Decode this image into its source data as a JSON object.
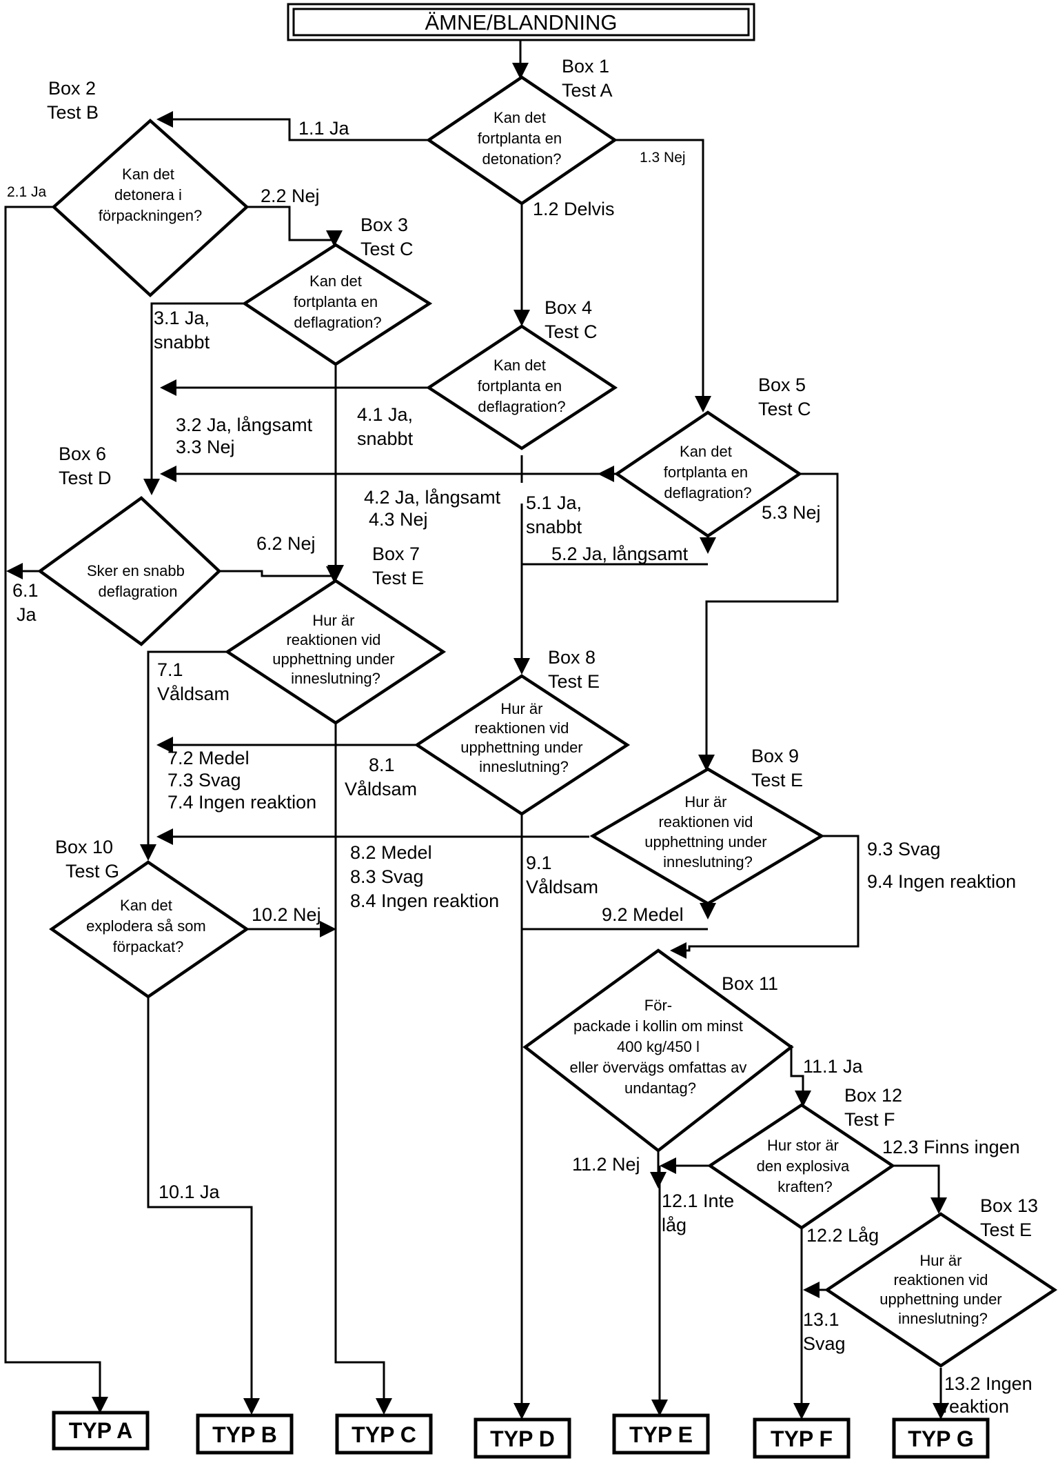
{
  "title": "ÄMNE/BLANDNING",
  "boxes": {
    "b1": {
      "label": "Box  1",
      "test": "Test A",
      "q": [
        "Kan det",
        "fortplanta en",
        "detonation?"
      ]
    },
    "b2": {
      "label": "Box 2",
      "test": "Test B",
      "q": [
        "Kan det",
        "detonera i",
        "förpackningen?"
      ]
    },
    "b3": {
      "label": "Box  3",
      "test": "Test C",
      "q": [
        "Kan det",
        "fortplanta en",
        "deflagration?"
      ]
    },
    "b4": {
      "label": "Box  4",
      "test": "Test C",
      "q": [
        "Kan det",
        "fortplanta en",
        "deflagration?"
      ]
    },
    "b5": {
      "label": "Box  5",
      "test": "Test C",
      "q": [
        "Kan det",
        "fortplanta en",
        "deflagration?"
      ]
    },
    "b6": {
      "label": "Box  6",
      "test": "Test D",
      "q": [
        "Sker en snabb",
        "deflagration"
      ]
    },
    "b7": {
      "label": "Box  7",
      "test": "Test E",
      "q": [
        "Hur är",
        "reaktionen vid",
        "upphettning under",
        "inneslutning?"
      ]
    },
    "b8": {
      "label": "Box  8",
      "test": "Test E",
      "q": [
        "Hur är",
        "reaktionen vid",
        "upphettning under",
        "inneslutning?"
      ]
    },
    "b9": {
      "label": "Box  9",
      "test": "Test E",
      "q": [
        "Hur är",
        "reaktionen vid",
        "upphettning under",
        "inneslutning?"
      ]
    },
    "b10": {
      "label": "Box  10",
      "test": "Test G",
      "q": [
        "Kan det",
        "explodera så som",
        "förpackat?"
      ]
    },
    "b11": {
      "label": "Box  11",
      "test": "",
      "q": [
        "För-",
        "packade i kollin om minst",
        "400 kg/450 l",
        "eller övervägs omfattas av",
        "undantag?"
      ]
    },
    "b12": {
      "label": "Box  12",
      "test": "Test F",
      "q": [
        "Hur stor är",
        "den explosiva",
        "kraften?"
      ]
    },
    "b13": {
      "label": "Box  13",
      "test": "Test E",
      "q": [
        "Hur är",
        "reaktionen vid",
        "upphettning under",
        "inneslutning?"
      ]
    }
  },
  "edges": {
    "e1_1": "1.1 Ja",
    "e1_2": "1.2 Delvis",
    "e1_3": "1.3 Nej",
    "e2_1": "2.1 Ja",
    "e2_2": "2.2 Nej",
    "e3_1": [
      "3.1 Ja,",
      "snabbt"
    ],
    "e3_2": [
      "3.2 Ja, långsamt",
      "3.3 Nej"
    ],
    "e4_1": [
      "4.1 Ja,",
      "snabbt"
    ],
    "e4_2": [
      "4.2 Ja, långsamt",
      "4.3 Nej"
    ],
    "e5_1": [
      "5.1 Ja,",
      "snabbt"
    ],
    "e5_2": "5.2 Ja, långsamt",
    "e5_3": "5.3 Nej",
    "e6_1": [
      "6.1",
      "Ja"
    ],
    "e6_2": "6.2 Nej",
    "e7_1": [
      "7.1",
      "Våldsam"
    ],
    "e7_2": [
      "7.2 Medel",
      "7.3 Svag",
      "7.4 Ingen reaktion"
    ],
    "e8_1": [
      "8.1",
      "Våldsam"
    ],
    "e8_2": [
      "8.2 Medel",
      "8.3 Svag",
      "8.4 Ingen reaktion"
    ],
    "e9_1": [
      "9.1",
      "Våldsam"
    ],
    "e9_2": "9.2 Medel",
    "e9_3": [
      "9.3 Svag",
      "9.4 Ingen reaktion"
    ],
    "e10_1": "10.1 Ja",
    "e10_2": "10.2 Nej",
    "e11_1": "11.1 Ja",
    "e11_2": "11.2 Nej",
    "e12_1": [
      "12.1 Inte",
      "låg"
    ],
    "e12_2": "12.2 Låg",
    "e12_3": "12.3 Finns ingen",
    "e13_1": [
      "13.1",
      "Svag"
    ],
    "e13_2": [
      "13.2 Ingen",
      "reaktion"
    ]
  },
  "types": {
    "a": "TYP A",
    "b": "TYP B",
    "c": "TYP C",
    "d": "TYP D",
    "e": "TYP E",
    "f": "TYP F",
    "g": "TYP G"
  }
}
